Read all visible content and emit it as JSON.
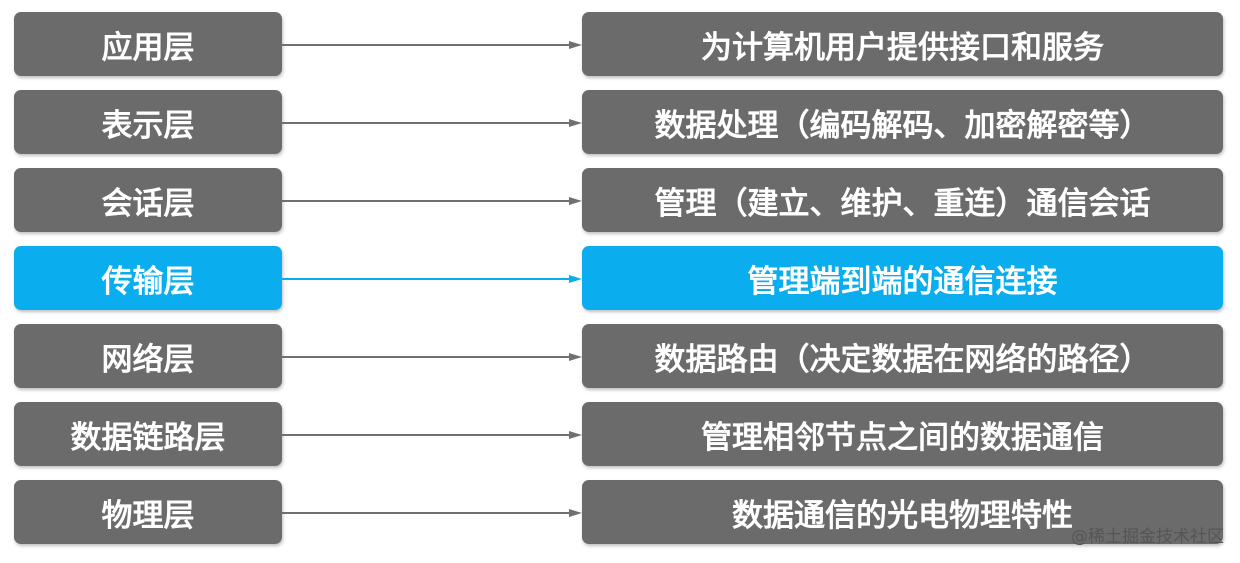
{
  "colors": {
    "box_gray": "#6b6b6b",
    "box_highlight": "#0aadee",
    "arrow_gray": "#707070",
    "arrow_highlight": "#0aadee",
    "text": "#ffffff"
  },
  "rows": [
    {
      "layer": "应用层",
      "description": "为计算机用户提供接口和服务",
      "highlight": false
    },
    {
      "layer": "表示层",
      "description": "数据处理（编码解码、加密解密等）",
      "highlight": false
    },
    {
      "layer": "会话层",
      "description": "管理（建立、维护、重连）通信会话",
      "highlight": false
    },
    {
      "layer": "传输层",
      "description": "管理端到端的通信连接",
      "highlight": true
    },
    {
      "layer": "网络层",
      "description": "数据路由（决定数据在网络的路径）",
      "highlight": false
    },
    {
      "layer": "数据链路层",
      "description": "管理相邻节点之间的数据通信",
      "highlight": false
    },
    {
      "layer": "物理层",
      "description": "数据通信的光电物理特性",
      "highlight": false
    }
  ],
  "watermark": "@稀土掘金技术社区"
}
